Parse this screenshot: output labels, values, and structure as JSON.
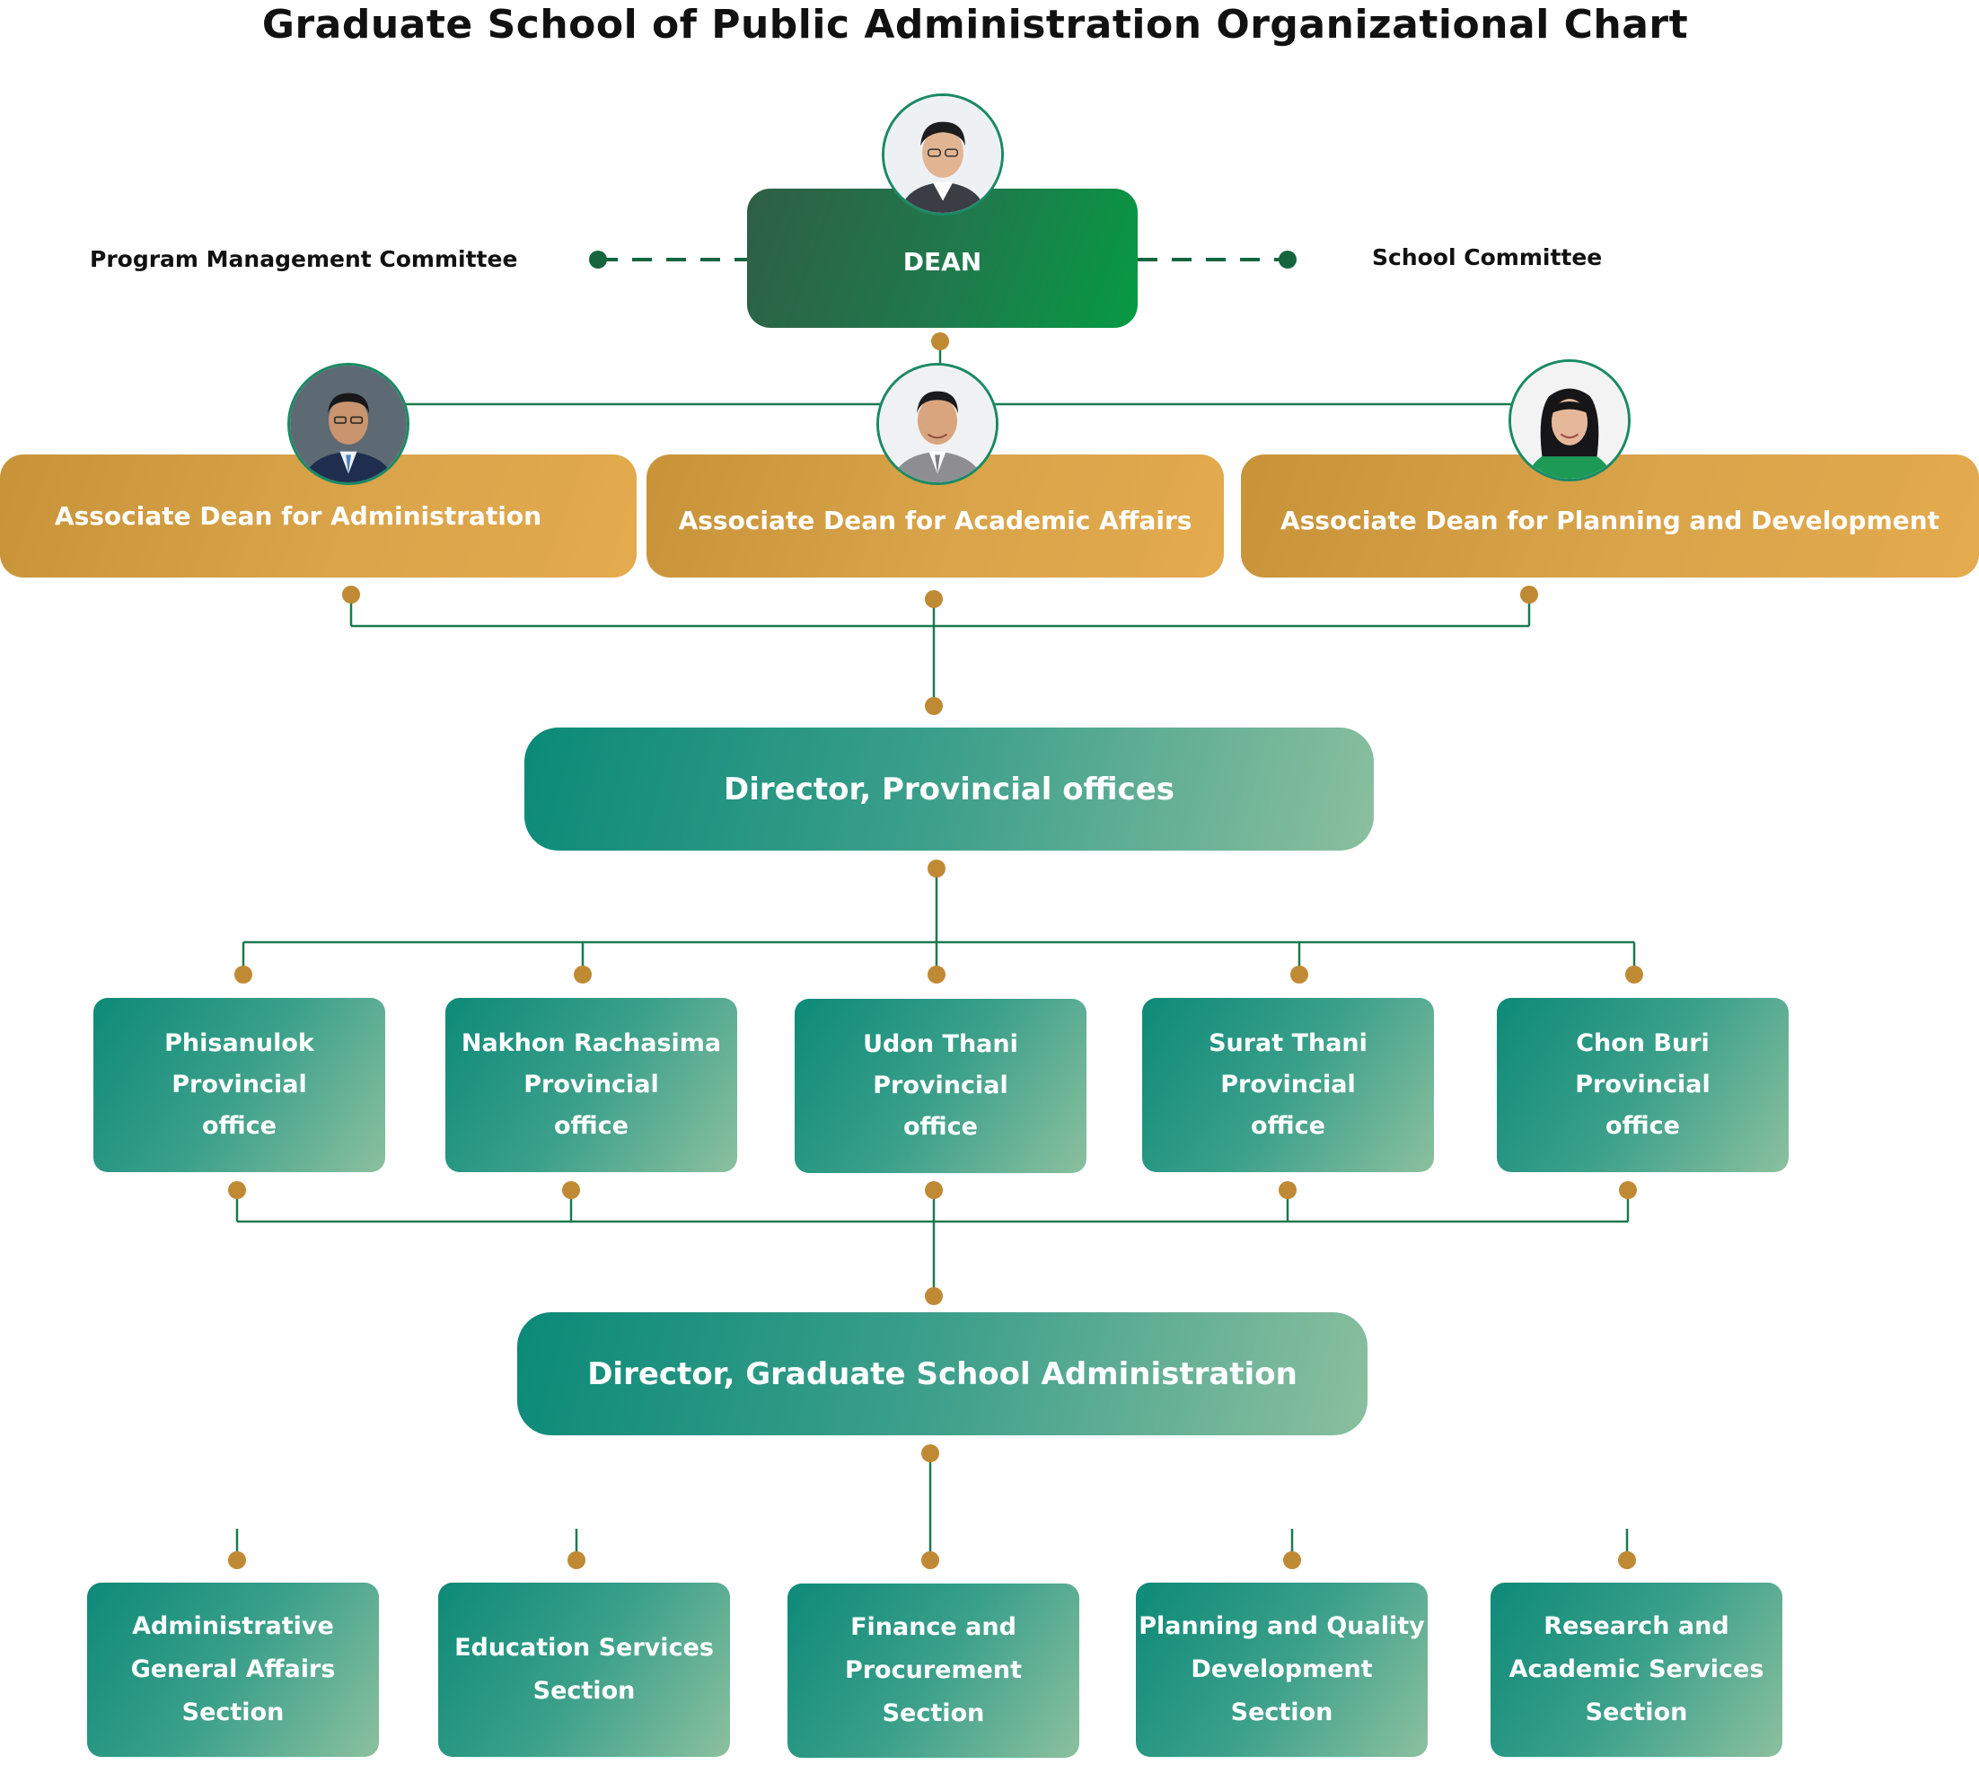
{
  "title": "Graduate School of Public Administration Organizational Chart",
  "committees": {
    "left": "Program Management Committee",
    "right": "School Committee"
  },
  "dean": {
    "label": "DEAN"
  },
  "associate_deans": [
    "Associate Dean for Administration",
    "Associate Dean for Academic Affairs",
    "Associate Dean for Planning and Development"
  ],
  "director_provincial": "Director, Provincial offices",
  "provincial_offices": [
    "Phisanulok\nProvincial\noffice",
    "Nakhon Rachasima\nProvincial\noffice",
    "Udon Thani\nProvincial\noffice",
    "Surat Thani\nProvincial\noffice",
    "Chon Buri\nProvincial\noffice"
  ],
  "director_admin": "Director, Graduate School Administration",
  "sections": [
    "Administrative\nGeneral Affairs\nSection",
    "Education Services\nSection",
    "Finance and\nProcurement\nSection",
    "Planning and Quality\nDevelopment\nSection",
    "Research and\nAcademic Services\nSection"
  ],
  "colors": {
    "dean_green": "#1f7a4c",
    "associate_gold": "#d9a44a",
    "office_teal": "#0d8a78",
    "connector_dot": "#c08a35",
    "line_green": "#1a7a50"
  }
}
